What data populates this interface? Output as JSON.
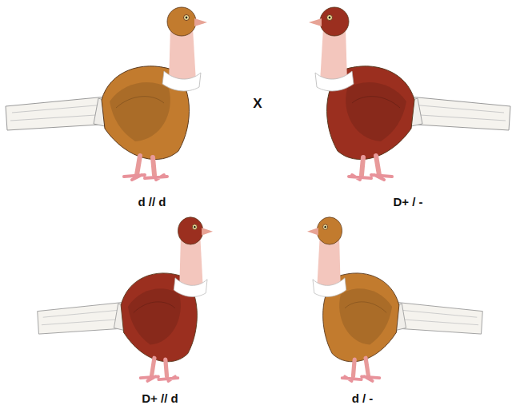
{
  "diagram": {
    "labels": [
      "d // d",
      "X",
      "D+ / -",
      "D+ // d",
      "d / -"
    ]
  }
}
